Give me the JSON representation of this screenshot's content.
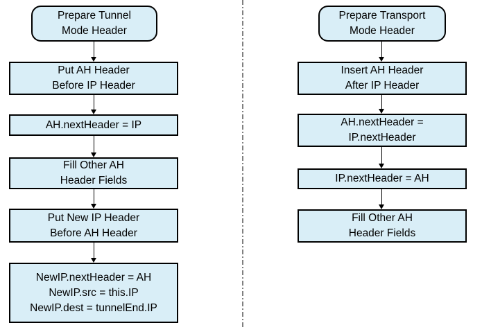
{
  "colors": {
    "page_bg": "#ffffff",
    "node_fill": "#d9eef7",
    "node_border": "#000000",
    "text": "#000000",
    "divider": "#808080"
  },
  "divider": {
    "style": "dash-dot-vertical"
  },
  "flowcharts": [
    {
      "name": "tunnel-mode-flow",
      "nodes": [
        {
          "type": "terminator",
          "lines": [
            "Prepare Tunnel",
            "Mode Header"
          ]
        },
        {
          "type": "process",
          "lines": [
            "Put AH Header",
            "Before IP Header"
          ]
        },
        {
          "type": "process",
          "lines": [
            "AH.nextHeader = IP"
          ]
        },
        {
          "type": "process",
          "lines": [
            "Fill Other AH",
            "Header Fields"
          ]
        },
        {
          "type": "process",
          "lines": [
            "Put New IP Header",
            "Before AH Header"
          ]
        },
        {
          "type": "process",
          "lines": [
            "NewIP.nextHeader = AH",
            "NewIP.src = this.IP",
            "NewIP.dest = tunnelEnd.IP"
          ]
        }
      ]
    },
    {
      "name": "transport-mode-flow",
      "nodes": [
        {
          "type": "terminator",
          "lines": [
            "Prepare Transport",
            "Mode Header"
          ]
        },
        {
          "type": "process",
          "lines": [
            "Insert AH Header",
            "After IP Header"
          ]
        },
        {
          "type": "process",
          "lines": [
            "AH.nextHeader =",
            "IP.nextHeader"
          ]
        },
        {
          "type": "process",
          "lines": [
            "IP.nextHeader = AH"
          ]
        },
        {
          "type": "process",
          "lines": [
            "Fill Other AH",
            "Header Fields"
          ]
        }
      ]
    }
  ]
}
